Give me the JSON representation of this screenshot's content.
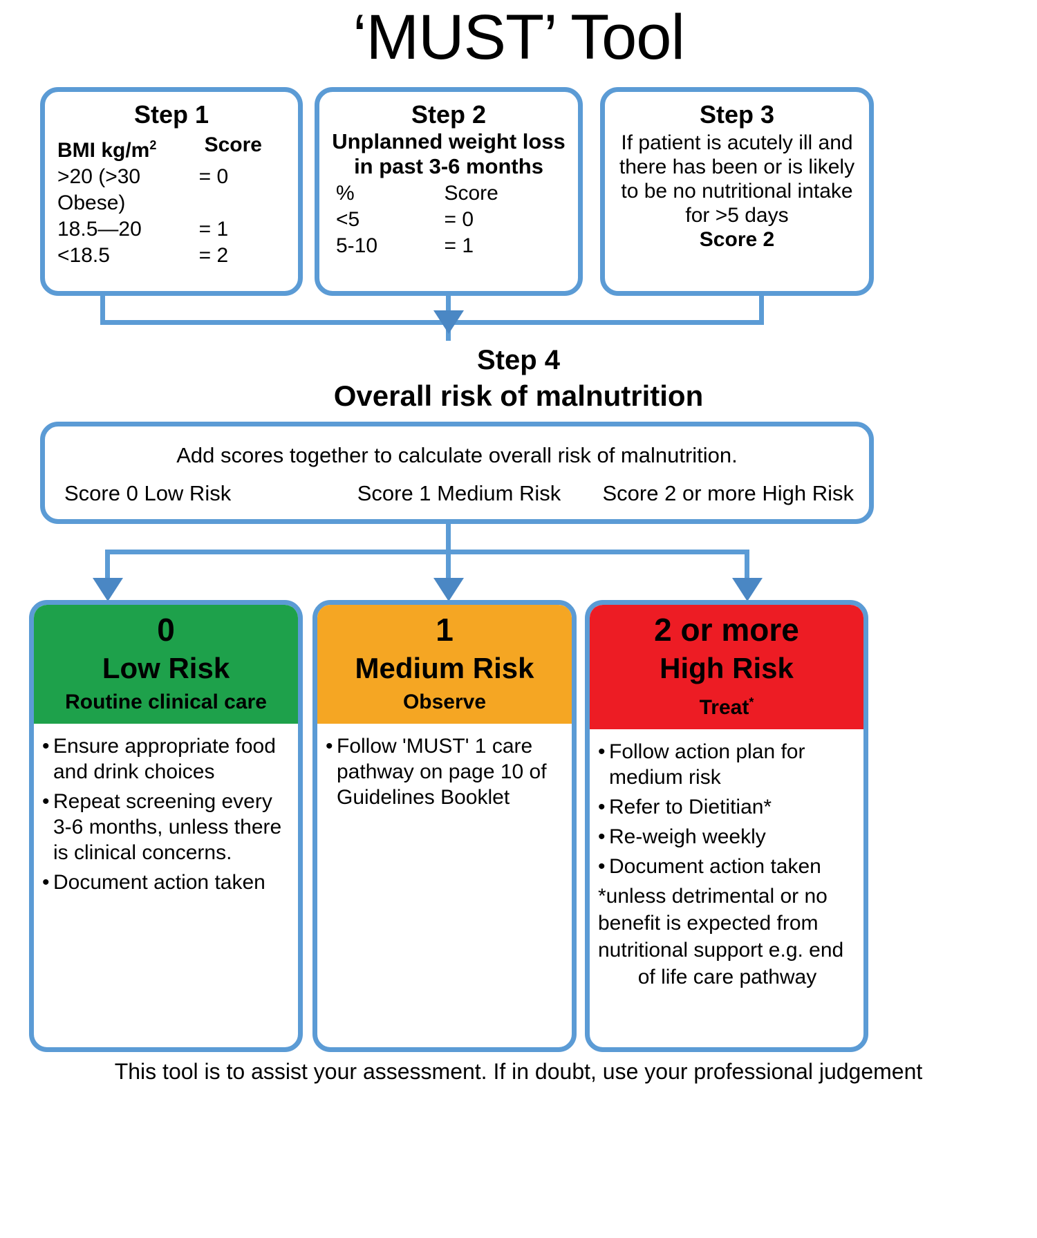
{
  "title": "‘MUST’ Tool",
  "steps": [
    {
      "heading": "Step 1",
      "col_headers": [
        "BMI kg/m",
        "Score"
      ],
      "superscript": "2",
      "rows": [
        {
          "label": ">20 (>30 Obese)",
          "score": "= 0"
        },
        {
          "label": "18.5—20",
          "score": "= 1"
        },
        {
          "label": "<18.5",
          "score": "= 2"
        }
      ]
    },
    {
      "heading": "Step 2",
      "subheading_line1": "Unplanned weight loss",
      "subheading_line2": "in past 3-6 months",
      "col_headers": [
        "%",
        "Score"
      ],
      "rows": [
        {
          "label": "<5",
          "score": "= 0"
        },
        {
          "label": "5-10",
          "score": "= 1"
        }
      ]
    },
    {
      "heading": "Step 3",
      "body_line1": "If patient is acutely ill and",
      "body_line2": "there has been or is likely",
      "body_line3": "to be no nutritional intake",
      "body_line4": "for >5 days",
      "score_line": "Score 2"
    }
  ],
  "step4": {
    "label": "Step 4",
    "subtitle": "Overall risk of malnutrition",
    "intro": "Add scores together to calculate overall risk of malnutrition.",
    "risk_levels": [
      "Score 0 Low Risk",
      "Score 1 Medium Risk",
      "Score 2 or more High Risk"
    ]
  },
  "results": [
    {
      "score": "0",
      "risk": "Low Risk",
      "action": "Routine clinical care",
      "color": "#1ea14b",
      "bullets": [
        "Ensure appropriate food and drink choices",
        "Repeat screening every 3-6 months, unless there is clinical concerns.",
        "Document action taken"
      ]
    },
    {
      "score": "1",
      "risk": "Medium Risk",
      "action": "Observe",
      "color": "#f5a623",
      "bullets": [
        "Follow 'MUST' 1 care pathway on page 10 of Guidelines Booklet"
      ]
    },
    {
      "score": "2 or more",
      "risk": "High Risk",
      "action": "Treat",
      "action_marker": "*",
      "color": "#ed1c24",
      "bullets": [
        "Follow action plan for medium risk",
        "Refer to Dietitian*",
        "Re-weigh weekly",
        "Document action taken"
      ],
      "footnote_lines": [
        "*unless detrimental or no",
        "benefit is expected from",
        "nutritional support e.g. end",
        "of life care pathway"
      ]
    }
  ],
  "footer": "This tool is to assist your assessment. If in doubt, use your professional judgement",
  "colors": {
    "border_blue": "#5b9bd5",
    "arrow_blue": "#4a87c4",
    "low": "#1ea14b",
    "medium": "#f5a623",
    "high": "#ed1c24"
  },
  "bullet_glyph": "•"
}
